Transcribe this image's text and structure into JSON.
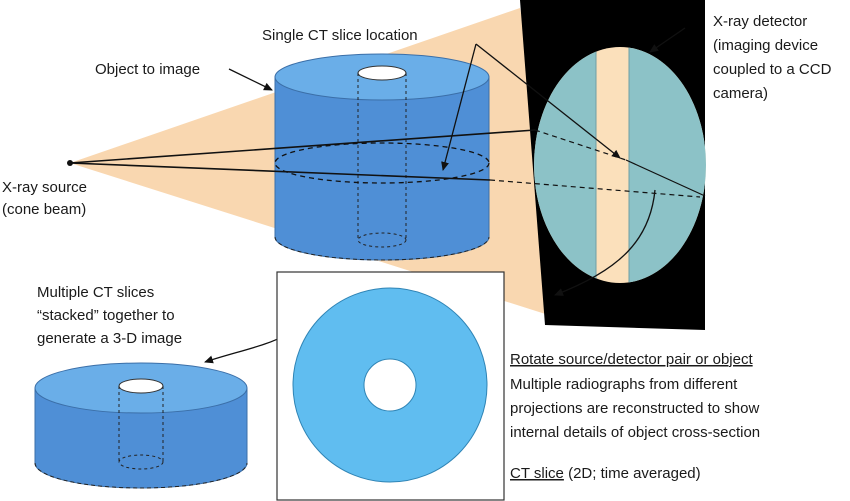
{
  "labels": {
    "object": "Object to image",
    "slice_location": "Single CT slice location",
    "source_line1": "X-ray source",
    "source_line2": "(cone beam)",
    "detector_line1": "X-ray detector",
    "detector_line2": "(imaging device",
    "detector_line3": "coupled to a CCD",
    "detector_line4": "camera)",
    "stack_line1": "Multiple CT slices",
    "stack_line2": "“stacked” together to",
    "stack_line3": "generate a 3-D image",
    "rotate_title": "Rotate source/detector pair or object",
    "rotate_line1": "Multiple radiographs from different",
    "rotate_line2": "projections are reconstructed to show",
    "rotate_line3": "internal details of object cross-section",
    "ctslice_underlined": "CT slice",
    "ctslice_rest": " (2D; time averaged)"
  },
  "colors": {
    "beam": "#f9d7b0",
    "cylinder": "#4f8fd6",
    "cylinder_top": "#6aaee8",
    "detector_frame": "#000000",
    "detector_disc": "#fbe0bb",
    "shadow": "#8cc2c7",
    "slice_disc": "#60bdf0"
  }
}
